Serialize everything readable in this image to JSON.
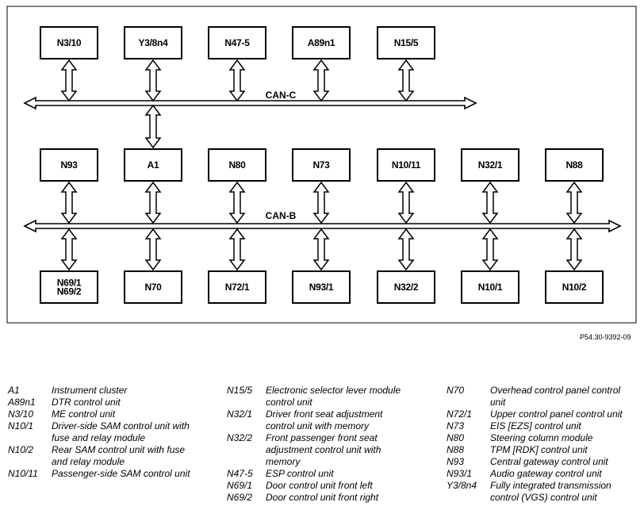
{
  "diagram": {
    "buses": [
      {
        "id": "can-c",
        "label": "CAN-C"
      },
      {
        "id": "can-b",
        "label": "CAN-B"
      }
    ],
    "nodes": {
      "top": [
        "N3/10",
        "Y3/8n4",
        "N47-5",
        "A89n1",
        "N15/5"
      ],
      "middle": [
        "N93",
        "A1",
        "N80",
        "N73",
        "N10/11",
        "N32/1",
        "N88"
      ],
      "bottom": [
        [
          "N69/1",
          "N69/2"
        ],
        [
          "N70"
        ],
        [
          "N72/1"
        ],
        [
          "N93/1"
        ],
        [
          "N32/2"
        ],
        [
          "N10/1"
        ],
        [
          "N10/2"
        ]
      ]
    },
    "figure_code": "P54.30-9392-09"
  },
  "legend": {
    "col1": [
      {
        "code": "A1",
        "lines": [
          "Instrument cluster"
        ]
      },
      {
        "code": "A89n1",
        "lines": [
          "DTR control unit"
        ]
      },
      {
        "code": "N3/10",
        "lines": [
          "ME control unit"
        ]
      },
      {
        "code": "N10/1",
        "lines": [
          "Driver-side SAM control unit with",
          "fuse and relay module"
        ]
      },
      {
        "code": "N10/2",
        "lines": [
          "Rear SAM control unit with fuse",
          "and relay module"
        ]
      },
      {
        "code": "N10/11",
        "lines": [
          "Passenger-side SAM control unit"
        ]
      }
    ],
    "col2": [
      {
        "code": "N15/5",
        "lines": [
          "Electronic selector lever module",
          "control unit"
        ]
      },
      {
        "code": "N32/1",
        "lines": [
          "Driver front seat adjustment",
          "control unit with memory"
        ]
      },
      {
        "code": "N32/2",
        "lines": [
          "Front passenger front seat",
          "adjustment control unit with",
          "memory"
        ]
      },
      {
        "code": "N47-5",
        "lines": [
          "ESP control unit"
        ]
      },
      {
        "code": "N69/1",
        "lines": [
          "Door control unit front left"
        ]
      },
      {
        "code": "N69/2",
        "lines": [
          "Door control unit front right"
        ]
      }
    ],
    "col3": [
      {
        "code": "N70",
        "lines": [
          "Overhead control panel control",
          "unit"
        ]
      },
      {
        "code": "N72/1",
        "lines": [
          "Upper control panel control unit"
        ]
      },
      {
        "code": "N73",
        "lines": [
          "EIS [EZS] control unit"
        ]
      },
      {
        "code": "N80",
        "lines": [
          "Steering column module"
        ]
      },
      {
        "code": "N88",
        "lines": [
          "TPM [RDK] control unit"
        ]
      },
      {
        "code": "N93",
        "lines": [
          "Central gateway control unit"
        ]
      },
      {
        "code": "N93/1",
        "lines": [
          "Audio gateway control unit"
        ]
      },
      {
        "code": "Y3/8n4",
        "lines": [
          "Fully integrated transmission",
          "control (VGS) control unit"
        ]
      }
    ]
  }
}
